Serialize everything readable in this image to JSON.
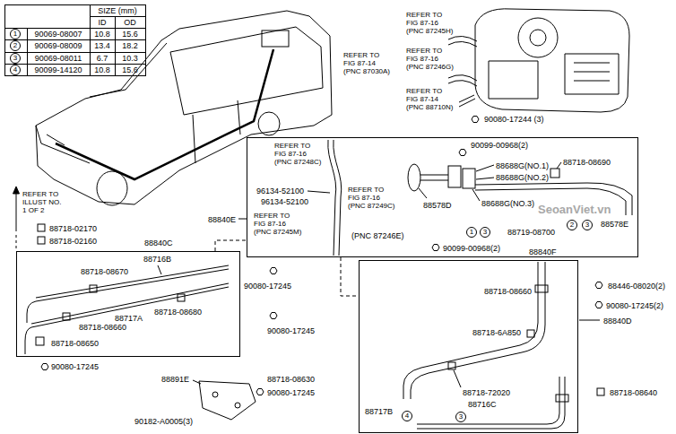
{
  "diagram": {
    "nodes": [
      {
        "text": [
          "1"
        ]
      },
      {
        "text": [
          "2"
        ]
      },
      {
        "text": [
          "3"
        ]
      },
      {
        "text": [
          "4"
        ]
      },
      {
        "text": [
          "88840E"
        ]
      },
      {
        "text": [
          "1"
        ],
        "in": 4
      },
      {
        "text": [
          "3"
        ],
        "in": 4
      },
      {
        "text": [
          "2"
        ],
        "in": 4
      },
      {
        "text": [
          "3"
        ],
        "in": 4
      },
      {
        "text": [
          "88840C"
        ]
      },
      {
        "text": [
          "88840D"
        ]
      },
      {
        "text": [
          "4"
        ],
        "in": 10
      },
      {
        "text": [
          "3"
        ],
        "in": 10
      }
    ],
    "edges": [
      {
        "from": 9,
        "to": 4,
        "arrow": "none"
      },
      {
        "from": 4,
        "to": 10,
        "arrow": "none"
      }
    ],
    "labels": [
      "SIZE (mm)",
      "ID",
      "OD",
      "90069-08007",
      "10.8",
      "15.6",
      "90069-08009",
      "13.4",
      "18.2",
      "90069-08011",
      "6.7",
      "10.3",
      "90099-14120",
      "10.8",
      "15.6",
      "REFER TO FIG 87-14 (PNC 87030A)",
      "REFER TO FIG 87-16 (PNC 87245H)",
      "REFER TO FIG 87-16 (PNC 87246G)",
      "REFER TO FIG 87-14 (PNC 88710N)",
      "90080-17244 (3)",
      "90099-00968(2)",
      "88688G(NO.1)",
      "88718-08690",
      "88688G(NO.2)",
      "REFER TO FIG 87-16 (PNC 87248C)",
      "96134-52100",
      "96134-52100",
      "REFER TO FIG 87-16 (PNC 87249C)",
      "88578D",
      "88688G(NO.3)",
      "88578E",
      "REFER TO FIG 87-16 (PNC 87245M)",
      "88719-08700",
      "(PNC 87246E)",
      "88840F",
      "90099-00968(2)",
      "REFER TO ILLUST NO. 1 OF 2",
      "88718-02170",
      "88718-02160",
      "88716B",
      "88718-08670",
      "88718-08680",
      "88717A",
      "88718-08660",
      "88718-08650",
      "90080-17245",
      "90080-17245",
      "90080-17245",
      "88891E",
      "88718-08630",
      "90080-17245",
      "90182-A0005(3)",
      "88446-08020(2)",
      "88718-08660",
      "90080-17245(2)",
      "88718-6A850",
      "88718-72020",
      "88718-08640",
      "88717B",
      "88716C",
      "SeoanViet.vn"
    ]
  }
}
